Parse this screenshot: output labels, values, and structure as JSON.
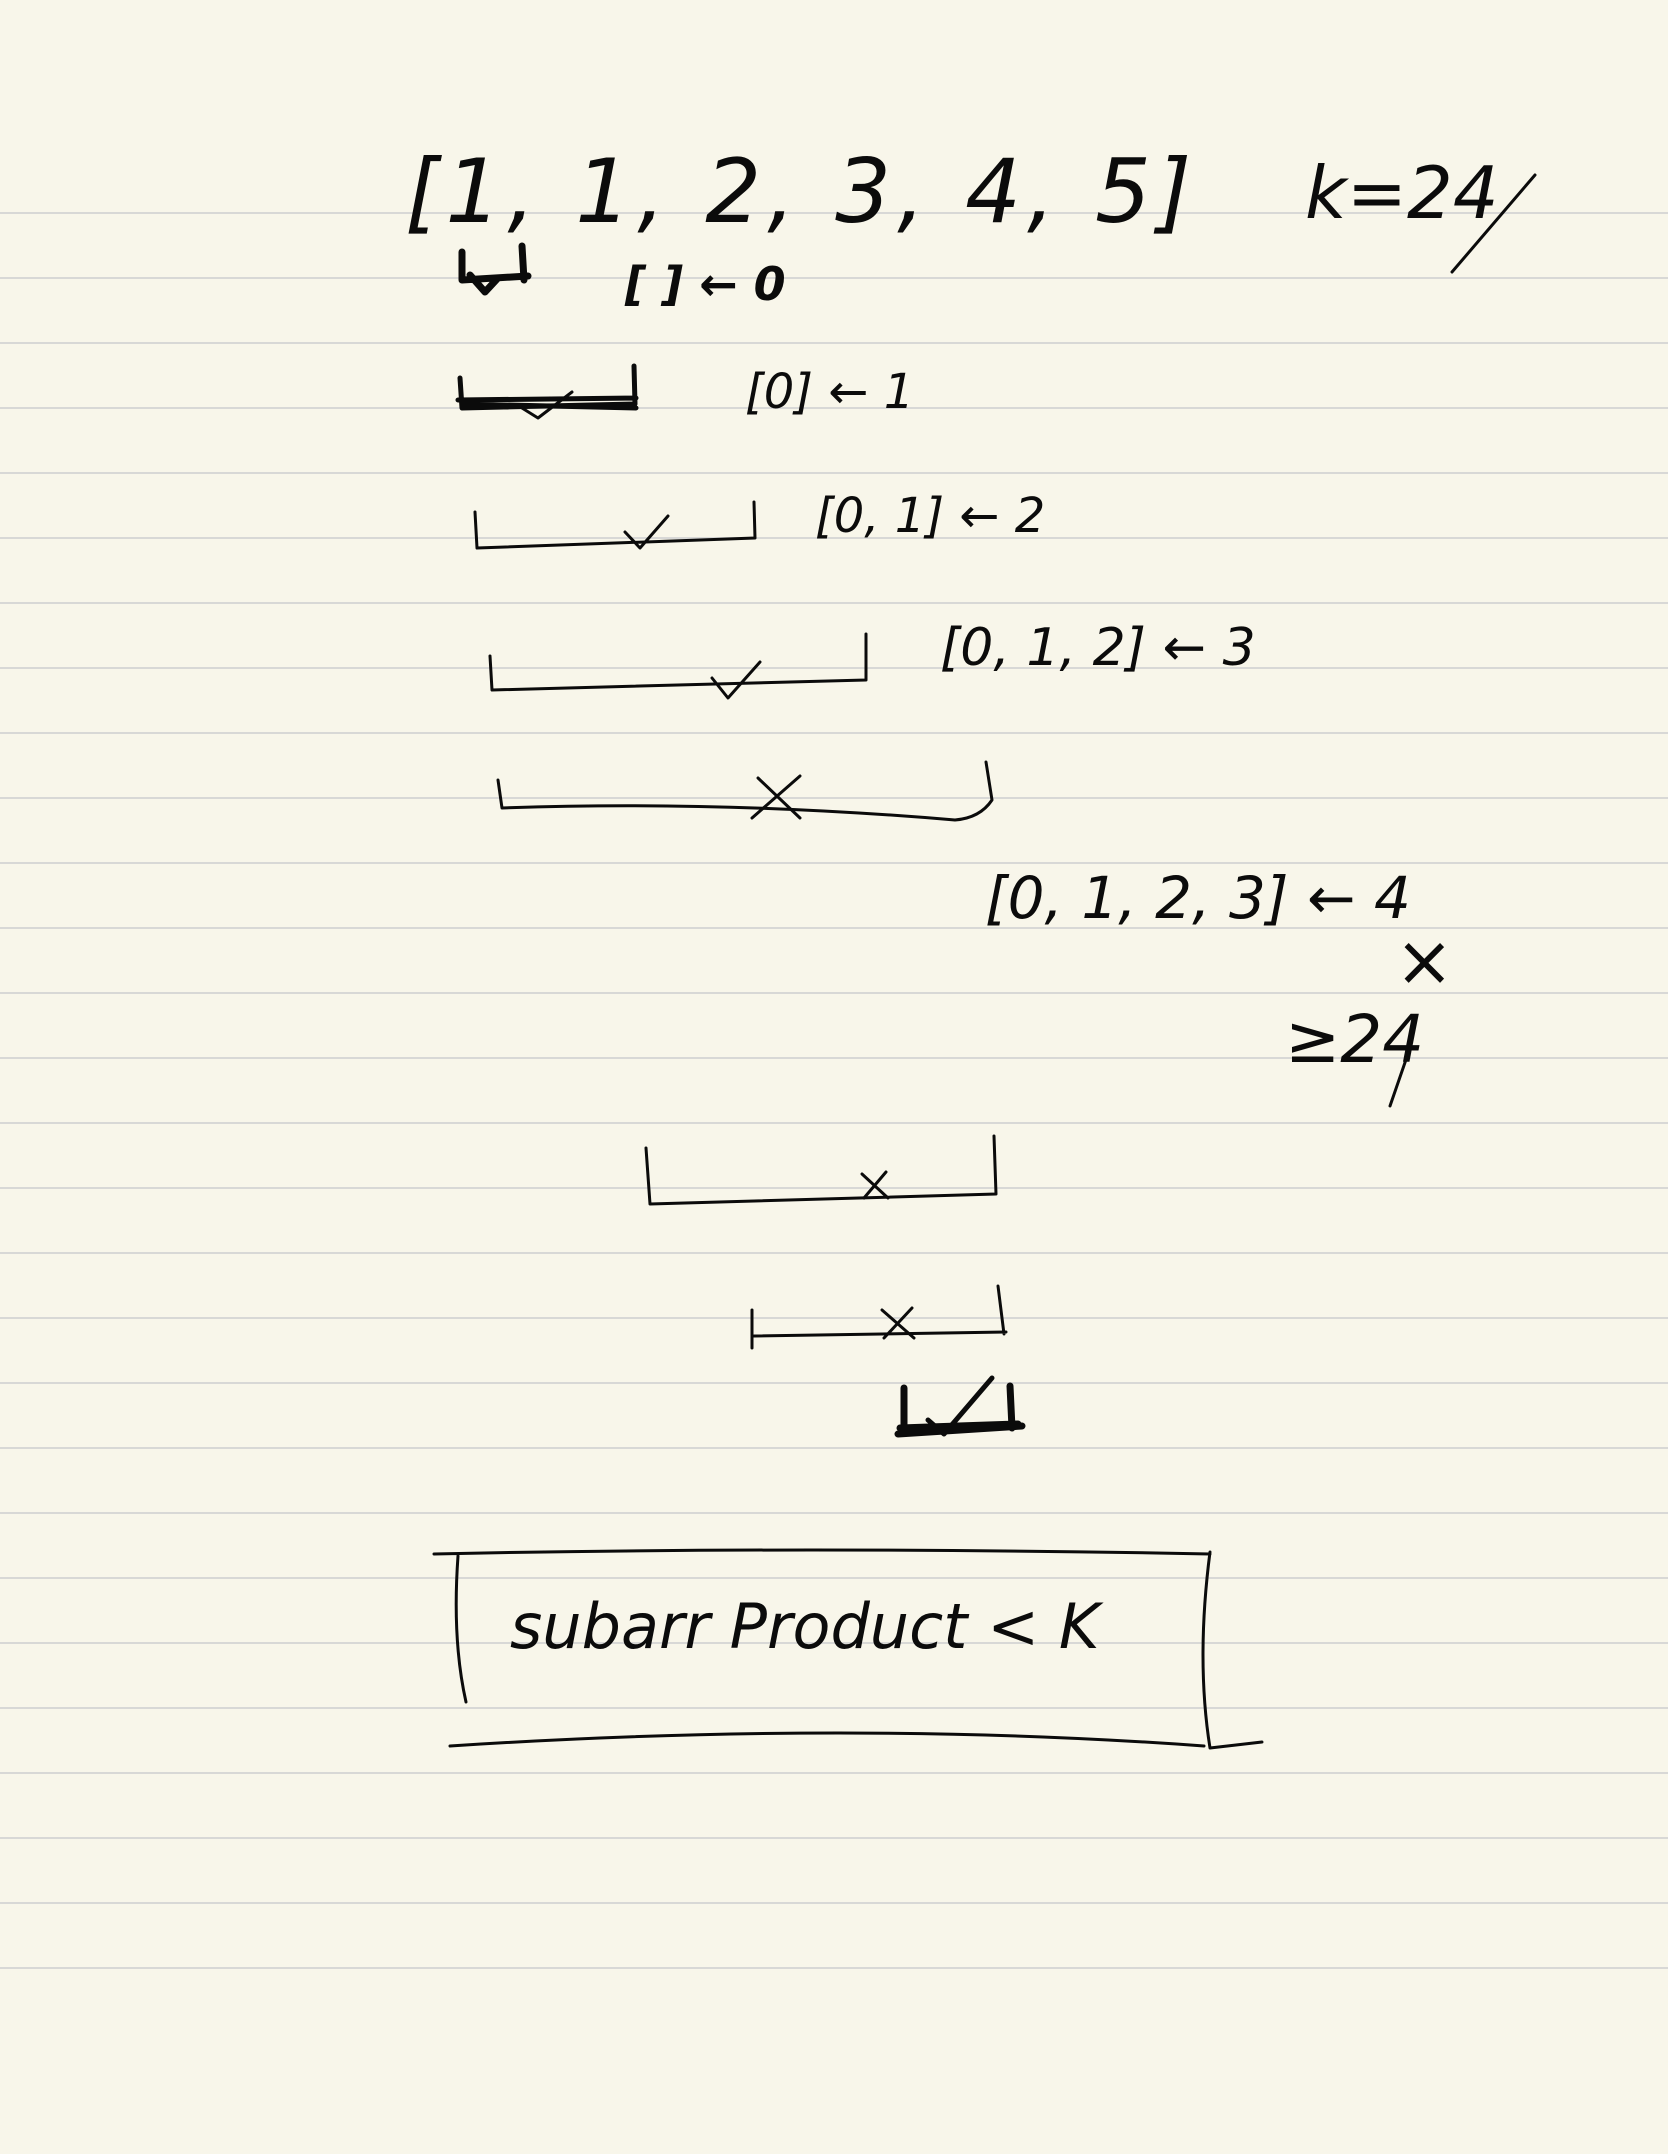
{
  "page": {
    "paper_color": "#f8f6ea",
    "rule_color": "#d8d8d6",
    "ink_color": "#0b0b0b"
  },
  "header": {
    "array": "[1, 1, 2, 3, 4, 5]",
    "k": "k=24"
  },
  "steps": [
    {
      "label": "[ ] ← 0",
      "mark": "✓"
    },
    {
      "label": "[0] ← 1",
      "mark": "✓"
    },
    {
      "label": "[0, 1] ← 2",
      "mark": "✓"
    },
    {
      "label": "[0, 1, 2] ← 3",
      "mark": "✓"
    },
    {
      "label": "",
      "mark": "✗"
    },
    {
      "label": "",
      "mark": "✗"
    },
    {
      "label": "",
      "mark": "✗"
    },
    {
      "label": "",
      "mark": "✓"
    }
  ],
  "side_note": {
    "label": "[0, 1, 2, 3] ← 4",
    "cross": "×",
    "condition": "≥24"
  },
  "boxed_note": "subarr Product < K"
}
